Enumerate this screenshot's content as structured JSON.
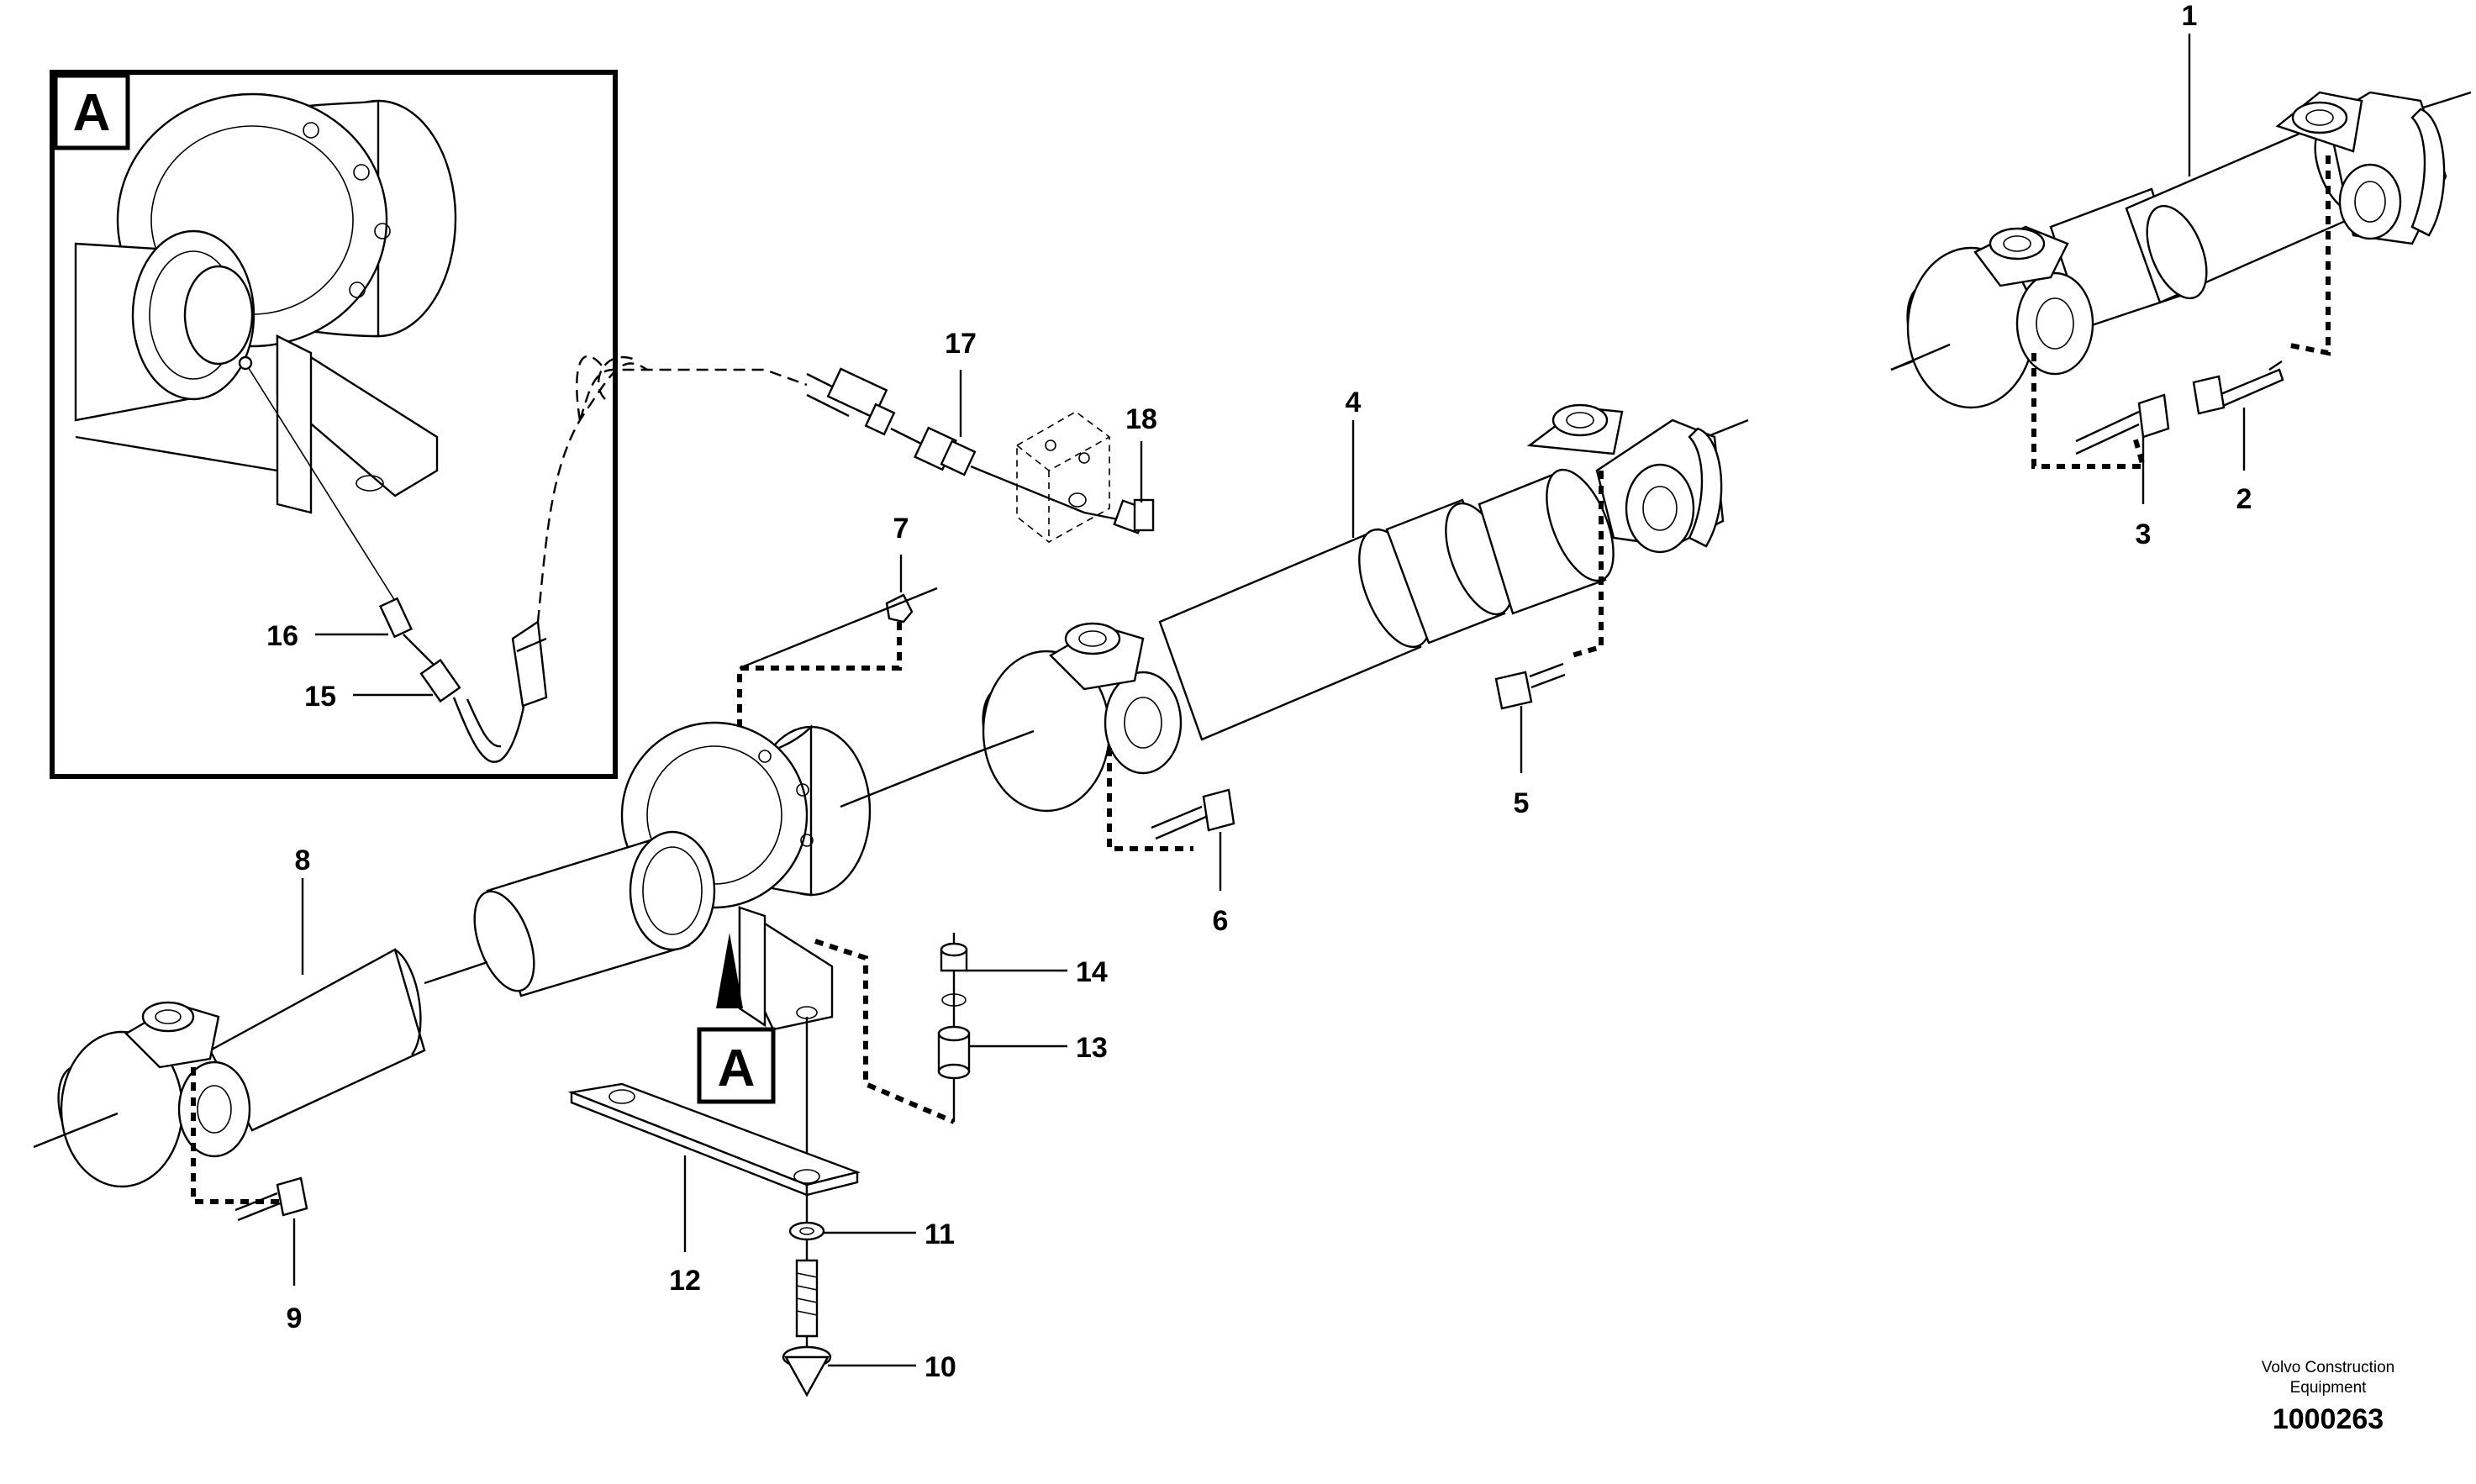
{
  "detail": {
    "label": "A"
  },
  "pointer": {
    "label": "A"
  },
  "callouts": [
    {
      "num": "1"
    },
    {
      "num": "2"
    },
    {
      "num": "3"
    },
    {
      "num": "4"
    },
    {
      "num": "5"
    },
    {
      "num": "6"
    },
    {
      "num": "7"
    },
    {
      "num": "8"
    },
    {
      "num": "9"
    },
    {
      "num": "10"
    },
    {
      "num": "11"
    },
    {
      "num": "12"
    },
    {
      "num": "13"
    },
    {
      "num": "14"
    },
    {
      "num": "15"
    },
    {
      "num": "16"
    },
    {
      "num": "17"
    },
    {
      "num": "18"
    }
  ],
  "credit": {
    "line1": "Volvo Construction",
    "line2": "Equipment"
  },
  "figure_number": "1000263"
}
